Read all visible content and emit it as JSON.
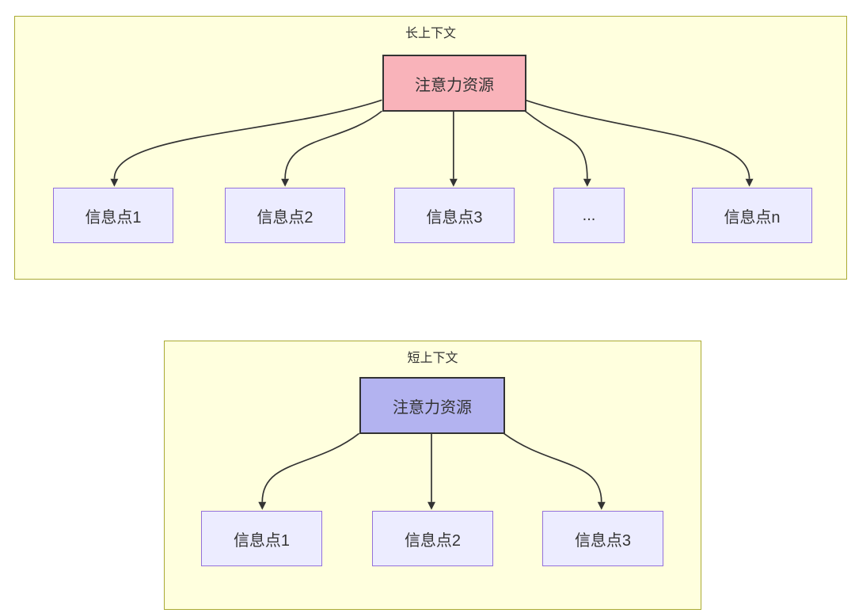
{
  "colors": {
    "panel_fill": "#ffffde",
    "panel_border": "#aaaa33",
    "info_node_fill": "#ececff",
    "info_node_border": "#9370db",
    "long_attention_fill": "#f9b3ba",
    "short_attention_fill": "#b3b3f0",
    "attention_border": "#333333",
    "edge_color": "#333333",
    "text_color": "#333333"
  },
  "panels": [
    {
      "title": "长上下文",
      "attention": {
        "label": "注意力资源"
      },
      "info_points": [
        {
          "label": "信息点1"
        },
        {
          "label": "信息点2"
        },
        {
          "label": "信息点3"
        },
        {
          "label": "..."
        },
        {
          "label": "信息点n"
        }
      ]
    },
    {
      "title": "短上下文",
      "attention": {
        "label": "注意力资源"
      },
      "info_points": [
        {
          "label": "信息点1"
        },
        {
          "label": "信息点2"
        },
        {
          "label": "信息点3"
        }
      ]
    }
  ]
}
